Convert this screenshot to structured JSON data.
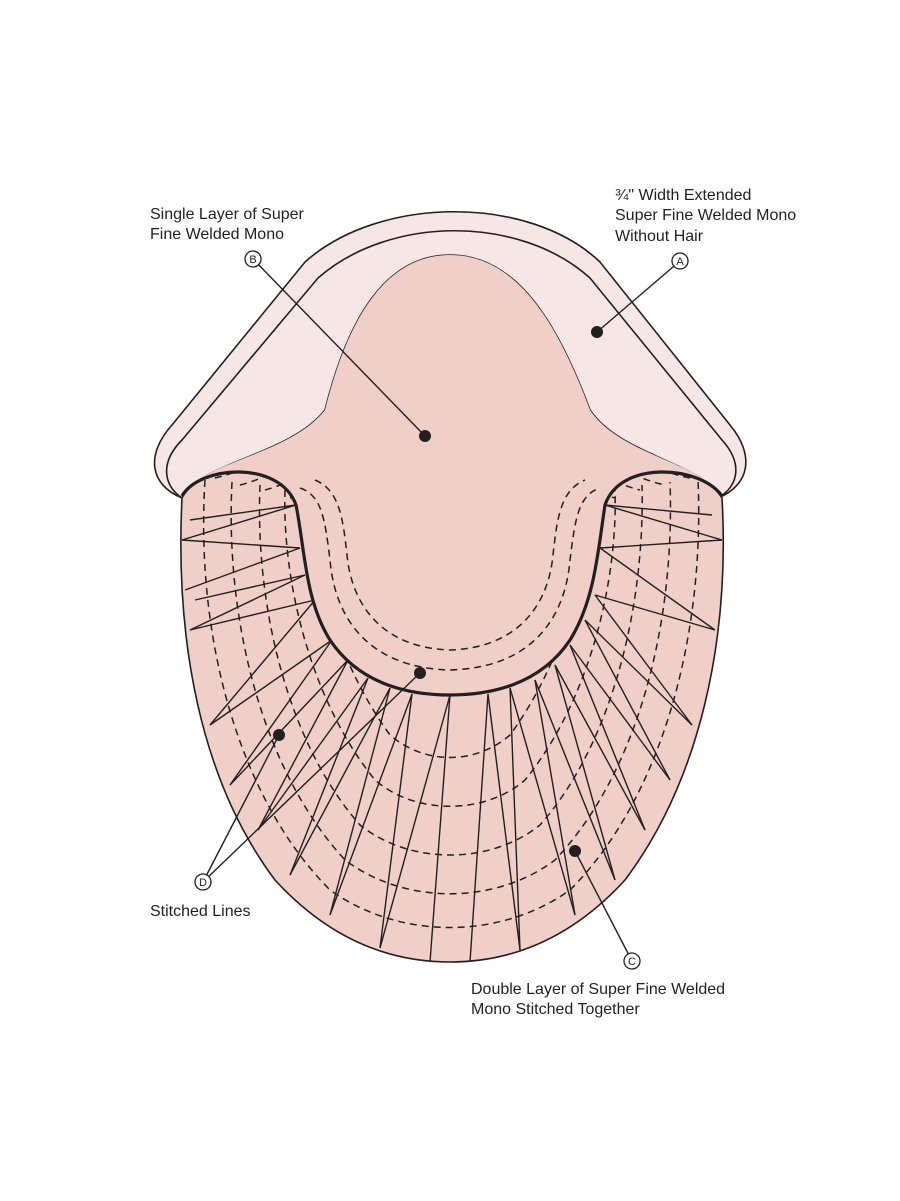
{
  "labels": {
    "a": {
      "letter": "A",
      "lines": [
        "¾\" Width Extended",
        "Super Fine Welded Mono",
        "Without Hair"
      ]
    },
    "b": {
      "letter": "B",
      "lines": [
        "Single Layer of Super",
        "Fine Welded Mono"
      ]
    },
    "c": {
      "letter": "C",
      "lines": [
        "Double Layer of Super Fine Welded",
        "Mono Stitched Together"
      ]
    },
    "d": {
      "letter": "D",
      "lines": [
        "Stitched Lines"
      ]
    }
  },
  "colors": {
    "outline": "#231f20",
    "outer_band": "#f6e6e5",
    "base_fill": "#efcfc8",
    "center_fill": "#efcfc8"
  }
}
